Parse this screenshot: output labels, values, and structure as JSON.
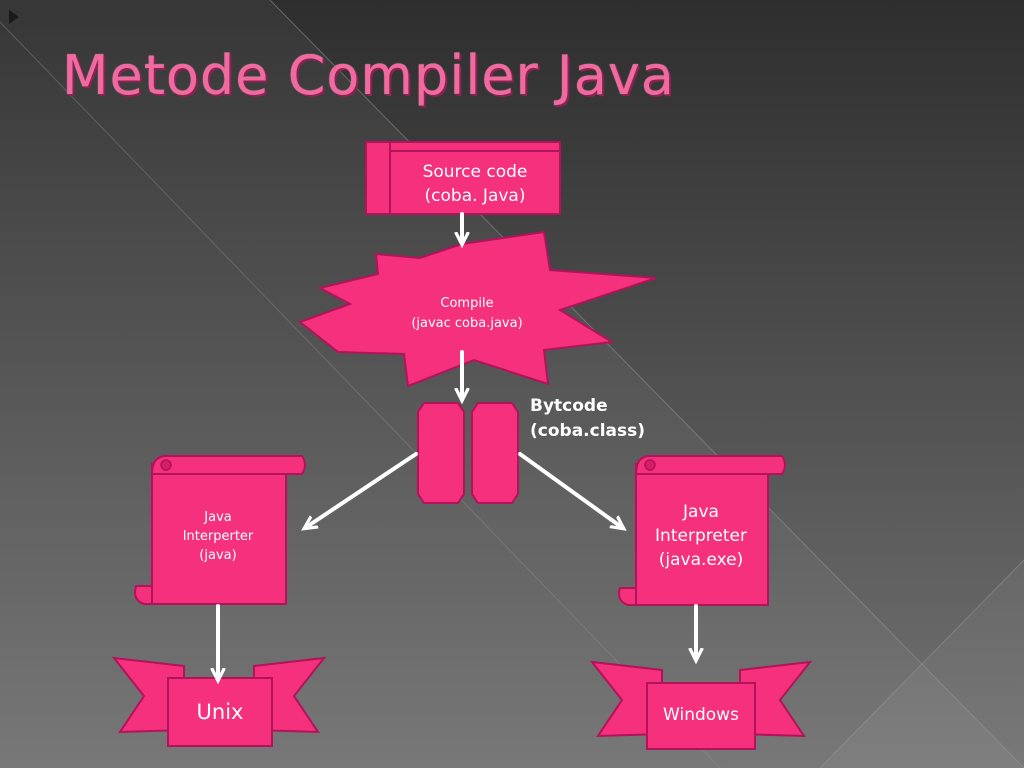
{
  "title": "Metode Compiler Java",
  "source": {
    "line1": "Source code",
    "line2": "(coba. Java)"
  },
  "compile": {
    "line1": "Compile",
    "line2": "(javac coba.java)"
  },
  "bytecode": {
    "line1": "Bytcode",
    "line2": "(coba.class)"
  },
  "interp_left": {
    "line1": "Java",
    "line2": "Interperter",
    "line3": "(java)"
  },
  "interp_right": {
    "line1": "Java",
    "line2": "Interpreter",
    "line3": "(java.exe)"
  },
  "unix": "Unix",
  "windows": "Windows",
  "colors": {
    "pink": "#f5307d",
    "pink_dark": "#b3135a",
    "title": "#f06aa0",
    "bg_dark": "#2e2e2e",
    "bg_light": "#6f6f6f",
    "arrow": "#ffffff"
  },
  "icons": {
    "slide_marker": "triangle-right-icon"
  }
}
